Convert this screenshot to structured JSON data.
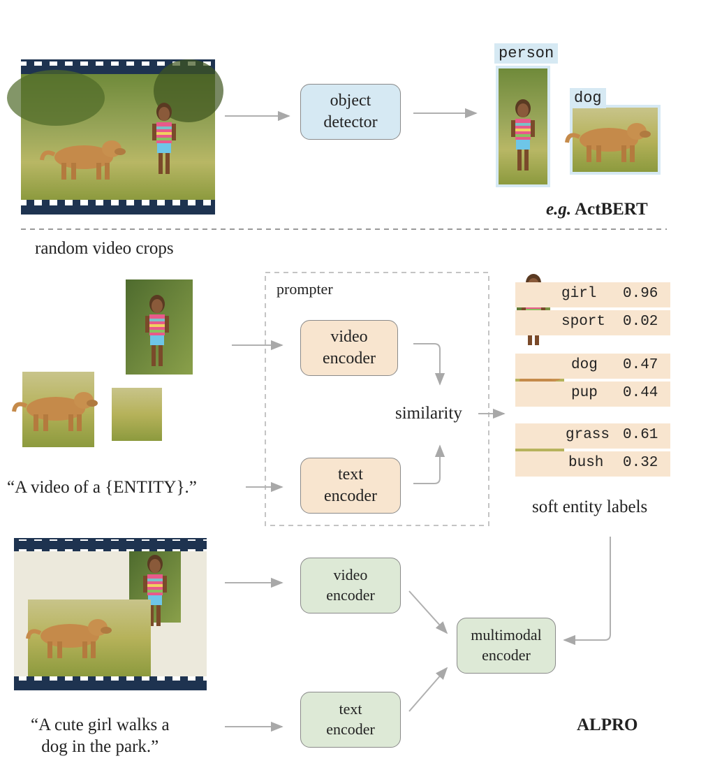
{
  "top": {
    "object_detector": "object\ndetector",
    "tag_person": "person",
    "tag_dog": "dog",
    "method": "e.g. ActBERT",
    "method_italic": "e.g.",
    "method_name": "ActBERT",
    "caption": "random video crops"
  },
  "prompter": {
    "title": "prompter",
    "video_encoder": "video\nencoder",
    "text_encoder": "text\nencoder",
    "similarity": "similarity",
    "template": "“A video of a {ENTITY}.”",
    "soft_labels_caption": "soft entity labels",
    "labels": [
      {
        "word": "girl",
        "score": "0.96"
      },
      {
        "word": "sport",
        "score": "0.02"
      },
      {
        "word": "dog",
        "score": "0.47"
      },
      {
        "word": "pup",
        "score": "0.44"
      },
      {
        "word": "grass",
        "score": "0.61"
      },
      {
        "word": "bush",
        "score": "0.32"
      }
    ]
  },
  "alpro": {
    "video_encoder": "video\nencoder",
    "text_encoder": "text\nencoder",
    "multimodal_encoder": "multimodal\nencoder",
    "caption_text": "“A cute girl walks a\ndog in the park.”",
    "method_name": "ALPRO"
  },
  "colors": {
    "detector_fill": "#d6e9f3",
    "prompter_fill": "#f8e5cf",
    "alpro_fill": "#dde9d6",
    "arrow": "#b0b0b0"
  }
}
